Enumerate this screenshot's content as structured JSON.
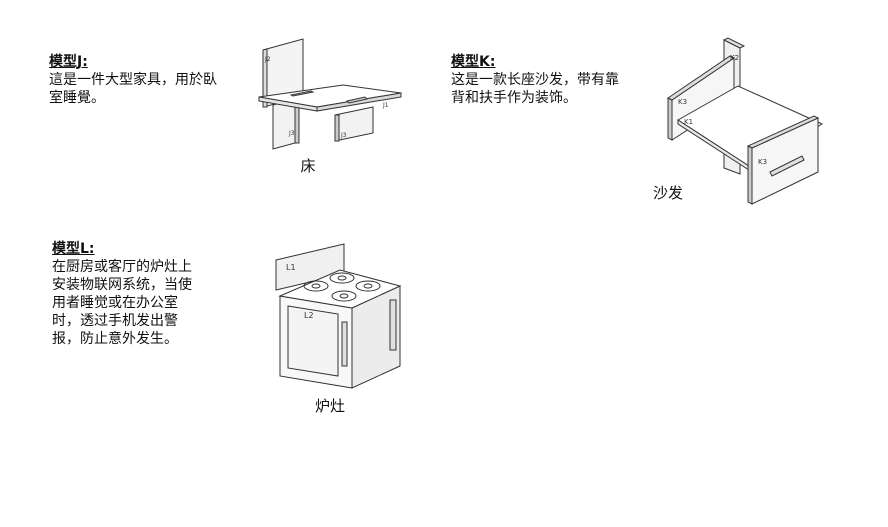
{
  "models": {
    "j": {
      "title": "模型J:",
      "description_lines": [
        "這是一件大型家具，用於臥",
        "室睡覺。"
      ],
      "caption": "床",
      "part_labels": [
        "J2",
        "J1",
        "J3",
        "J3"
      ]
    },
    "k": {
      "title": "模型K:",
      "description_lines": [
        "这是一款长座沙发，带有靠",
        "背和扶手作为装饰。"
      ],
      "caption": "沙发",
      "part_labels": [
        "K2",
        "K3",
        "K1",
        "K3"
      ]
    },
    "l": {
      "title": "模型L:",
      "description_lines": [
        "在厨房或客厅的炉灶上",
        "安装物联网系统，当使",
        "用者睡觉或在办公室",
        "时，透过手机发出警",
        "报，防止意外发生。"
      ],
      "caption": "炉灶",
      "part_labels": [
        "L1",
        "L2"
      ]
    }
  }
}
